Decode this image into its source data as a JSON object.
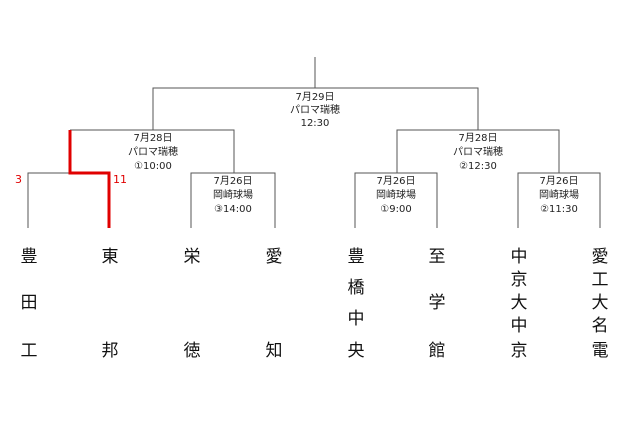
{
  "final": {
    "date": "7月29日",
    "venue": "パロマ瑞穂",
    "time": "12:30"
  },
  "semifinals": [
    {
      "date": "7月28日",
      "venue": "パロマ瑞穂",
      "time": "①10:00"
    },
    {
      "date": "7月28日",
      "venue": "パロマ瑞穂",
      "time": "②12:30"
    }
  ],
  "quarterfinals": [
    {
      "date": "7月26日",
      "venue": "岡崎球場",
      "time": "③14:00"
    },
    {
      "date": "7月26日",
      "venue": "岡崎球場",
      "time": "①9:00"
    },
    {
      "date": "7月26日",
      "venue": "岡崎球場",
      "time": "②11:30"
    }
  ],
  "scores": {
    "toyota_kou": "3",
    "toho": "11"
  },
  "teams": [
    {
      "id": "toyota-kou",
      "chars": [
        "豊",
        "田",
        "工"
      ]
    },
    {
      "id": "toho",
      "chars": [
        "東",
        "",
        "邦"
      ]
    },
    {
      "id": "eitoku",
      "chars": [
        "栄",
        "",
        "徳"
      ]
    },
    {
      "id": "aichi",
      "chars": [
        "愛",
        "",
        "知"
      ]
    },
    {
      "id": "toyohashi-chuo",
      "chars": [
        "豊",
        "橋",
        "中",
        "央"
      ]
    },
    {
      "id": "shigakkan",
      "chars": [
        "至",
        "学",
        "館"
      ]
    },
    {
      "id": "chukyo-dai-chukyo",
      "chars": [
        "中",
        "京",
        "大",
        "中",
        "京"
      ]
    },
    {
      "id": "aiko-dai-meiden",
      "chars": [
        "愛",
        "工",
        "大",
        "名",
        "電"
      ]
    }
  ],
  "colors": {
    "bracket_line": "#555555",
    "winner_line": "#e00000",
    "score": "#e00000"
  }
}
